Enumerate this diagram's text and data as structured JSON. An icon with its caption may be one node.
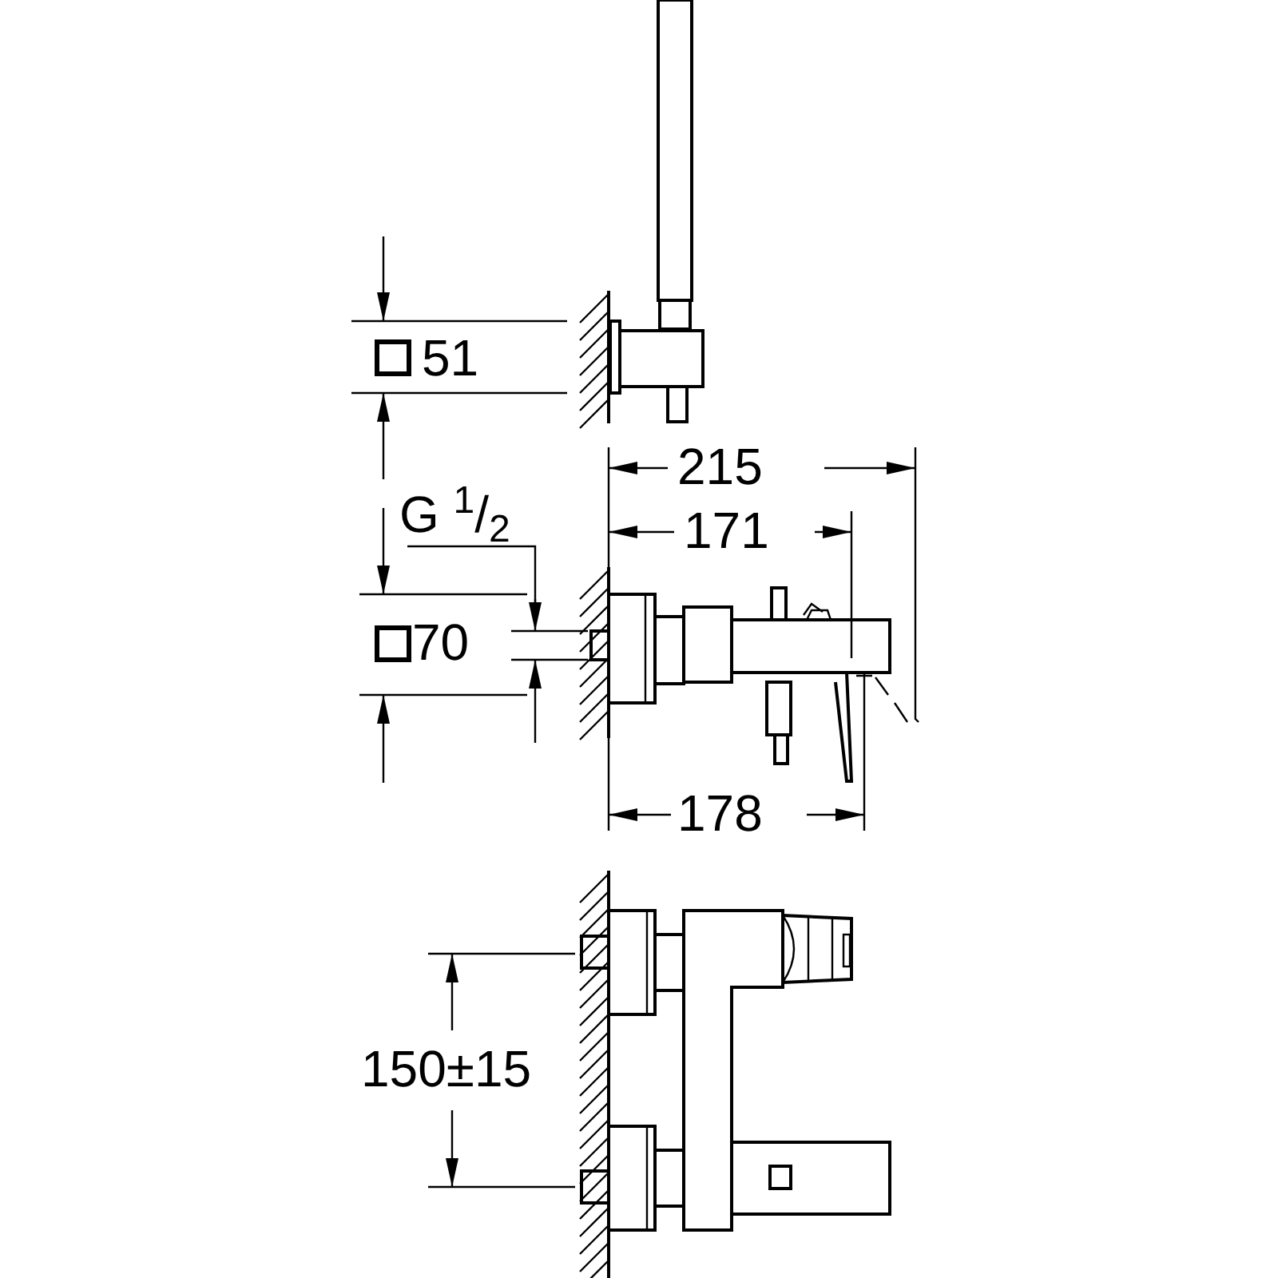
{
  "diagram": {
    "labels": [
      "51",
      "215",
      "G $^{1}$/$_{2}$",
      "171",
      "70",
      "178",
      "150±15"
    ]
  }
}
